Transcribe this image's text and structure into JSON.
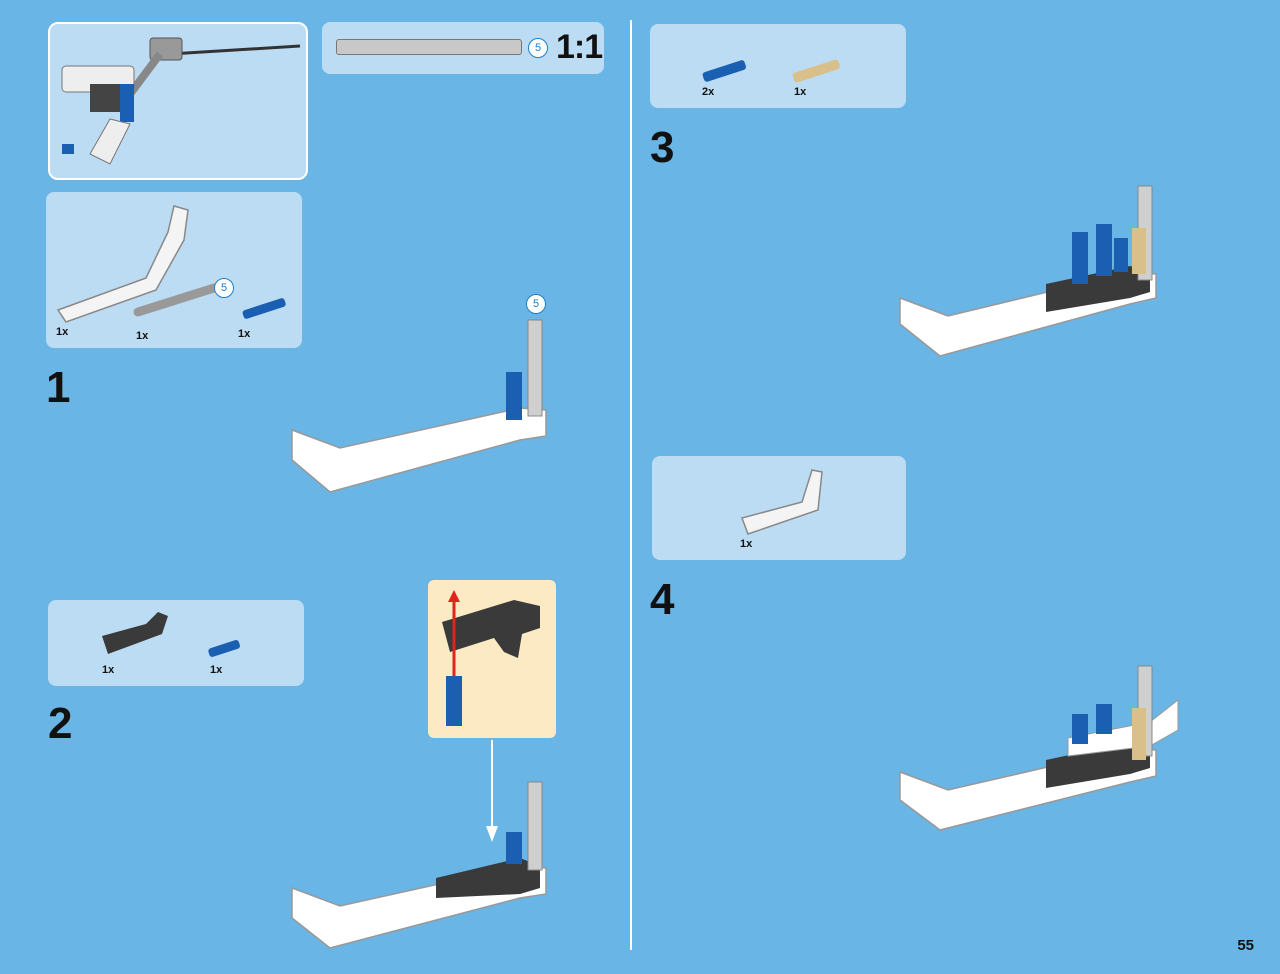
{
  "page": {
    "number": "55"
  },
  "scale_box": {
    "length_badge": "5",
    "scale_label": "1:1"
  },
  "steps": [
    {
      "number": "1",
      "parts": [
        {
          "qty": "1x"
        },
        {
          "qty": "1x",
          "badge": "5"
        },
        {
          "qty": "1x"
        }
      ],
      "model_badge": "5"
    },
    {
      "number": "2",
      "parts": [
        {
          "qty": "1x"
        },
        {
          "qty": "1x"
        }
      ]
    },
    {
      "number": "3",
      "parts": [
        {
          "qty": "2x"
        },
        {
          "qty": "1x"
        }
      ]
    },
    {
      "number": "4",
      "parts": [
        {
          "qty": "1x"
        }
      ]
    }
  ],
  "colors": {
    "background": "#69b5e5",
    "panel": "#bcdcf3",
    "callout": "#fbeac4",
    "axle_blue": "#1b5fb3",
    "tan": "#d9c08a",
    "dark": "#3a3a3a"
  },
  "icons": [
    "assembly-preview-icon",
    "axle-icon",
    "bent-beam-icon",
    "pin-icon",
    "frame-model-icon",
    "l-beam-icon",
    "arrow-up-icon",
    "arrow-down-icon"
  ]
}
